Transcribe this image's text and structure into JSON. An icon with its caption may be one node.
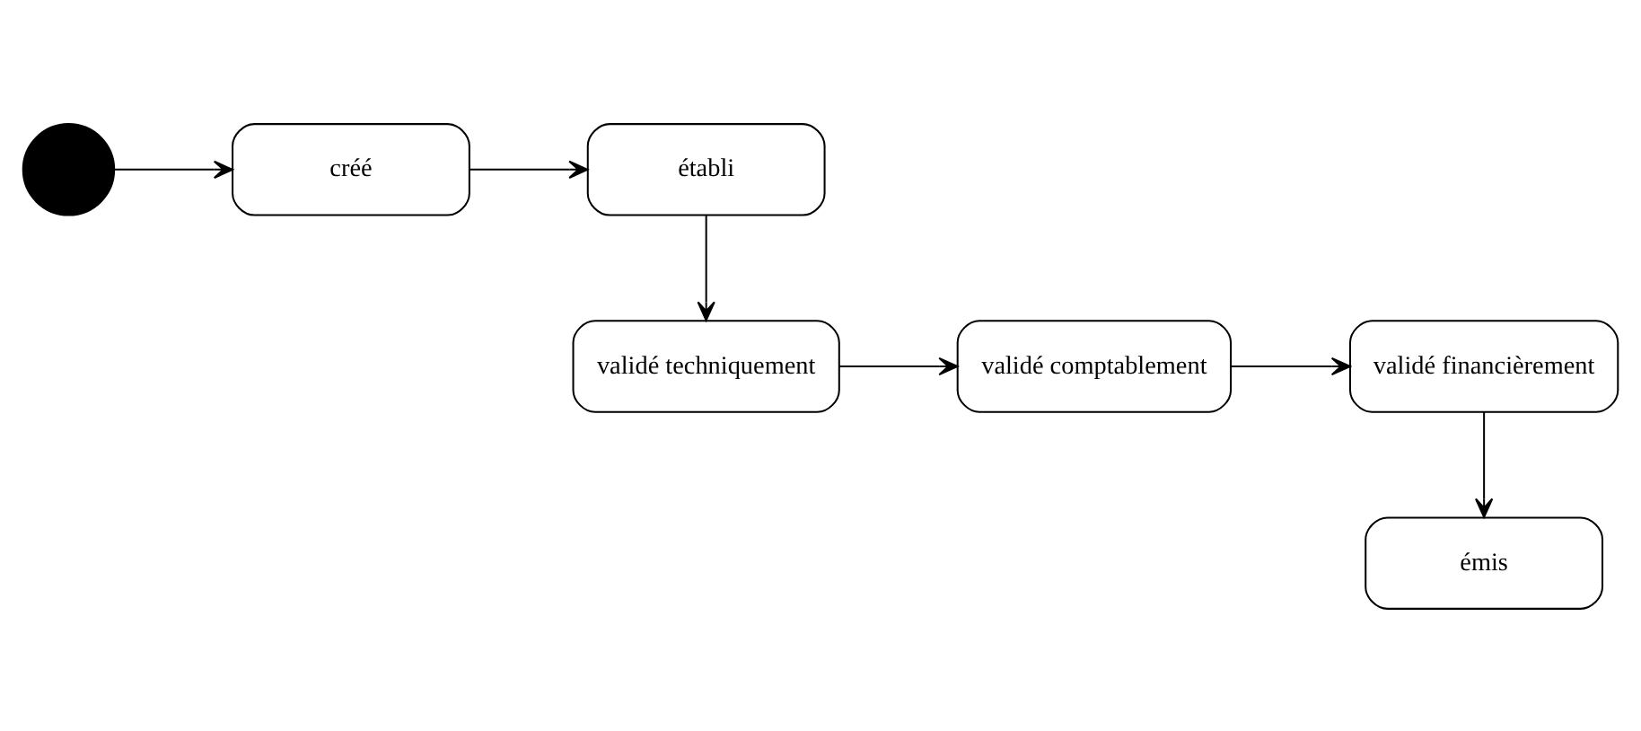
{
  "diagram": {
    "nodes": [
      {
        "text": [],
        "shape": "circle"
      },
      {
        "text": [
          "créé"
        ]
      },
      {
        "text": [
          "établi"
        ]
      },
      {
        "text": [
          "validé techniquement"
        ]
      },
      {
        "text": [
          "validé comptablement"
        ]
      },
      {
        "text": [
          "validé financièrement"
        ]
      },
      {
        "text": [
          "émis"
        ]
      }
    ],
    "edges": [
      {
        "from": 0,
        "to": 1,
        "arrow": "to"
      },
      {
        "from": 1,
        "to": 2,
        "arrow": "to"
      },
      {
        "from": 2,
        "to": 3,
        "arrow": "to"
      },
      {
        "from": 3,
        "to": 4,
        "arrow": "to"
      },
      {
        "from": 4,
        "to": 5,
        "arrow": "to"
      },
      {
        "from": 5,
        "to": 6,
        "arrow": "to"
      }
    ]
  }
}
